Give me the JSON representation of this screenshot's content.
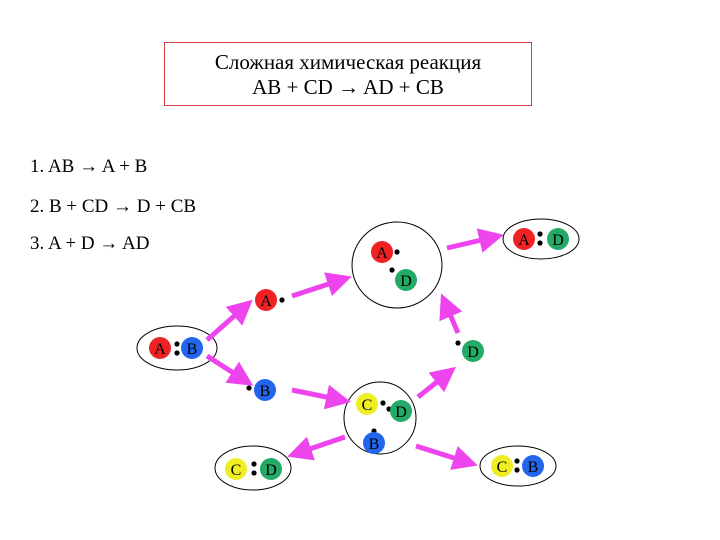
{
  "title": {
    "line1": "Сложная химическая реакция",
    "line2": "AB + CD → AD + CB"
  },
  "steps": [
    "1.  AB → A + B",
    "2.  B + CD → D + CB",
    "3.  A + D → AD"
  ],
  "colors": {
    "A": "#ee2222",
    "B": "#2266ee",
    "C": "#eeee22",
    "D": "#22aa66",
    "arrow": "#ee44ee",
    "frame": "#d04040"
  },
  "atoms": {
    "A": "A",
    "B": "B",
    "C": "C",
    "D": "D"
  }
}
